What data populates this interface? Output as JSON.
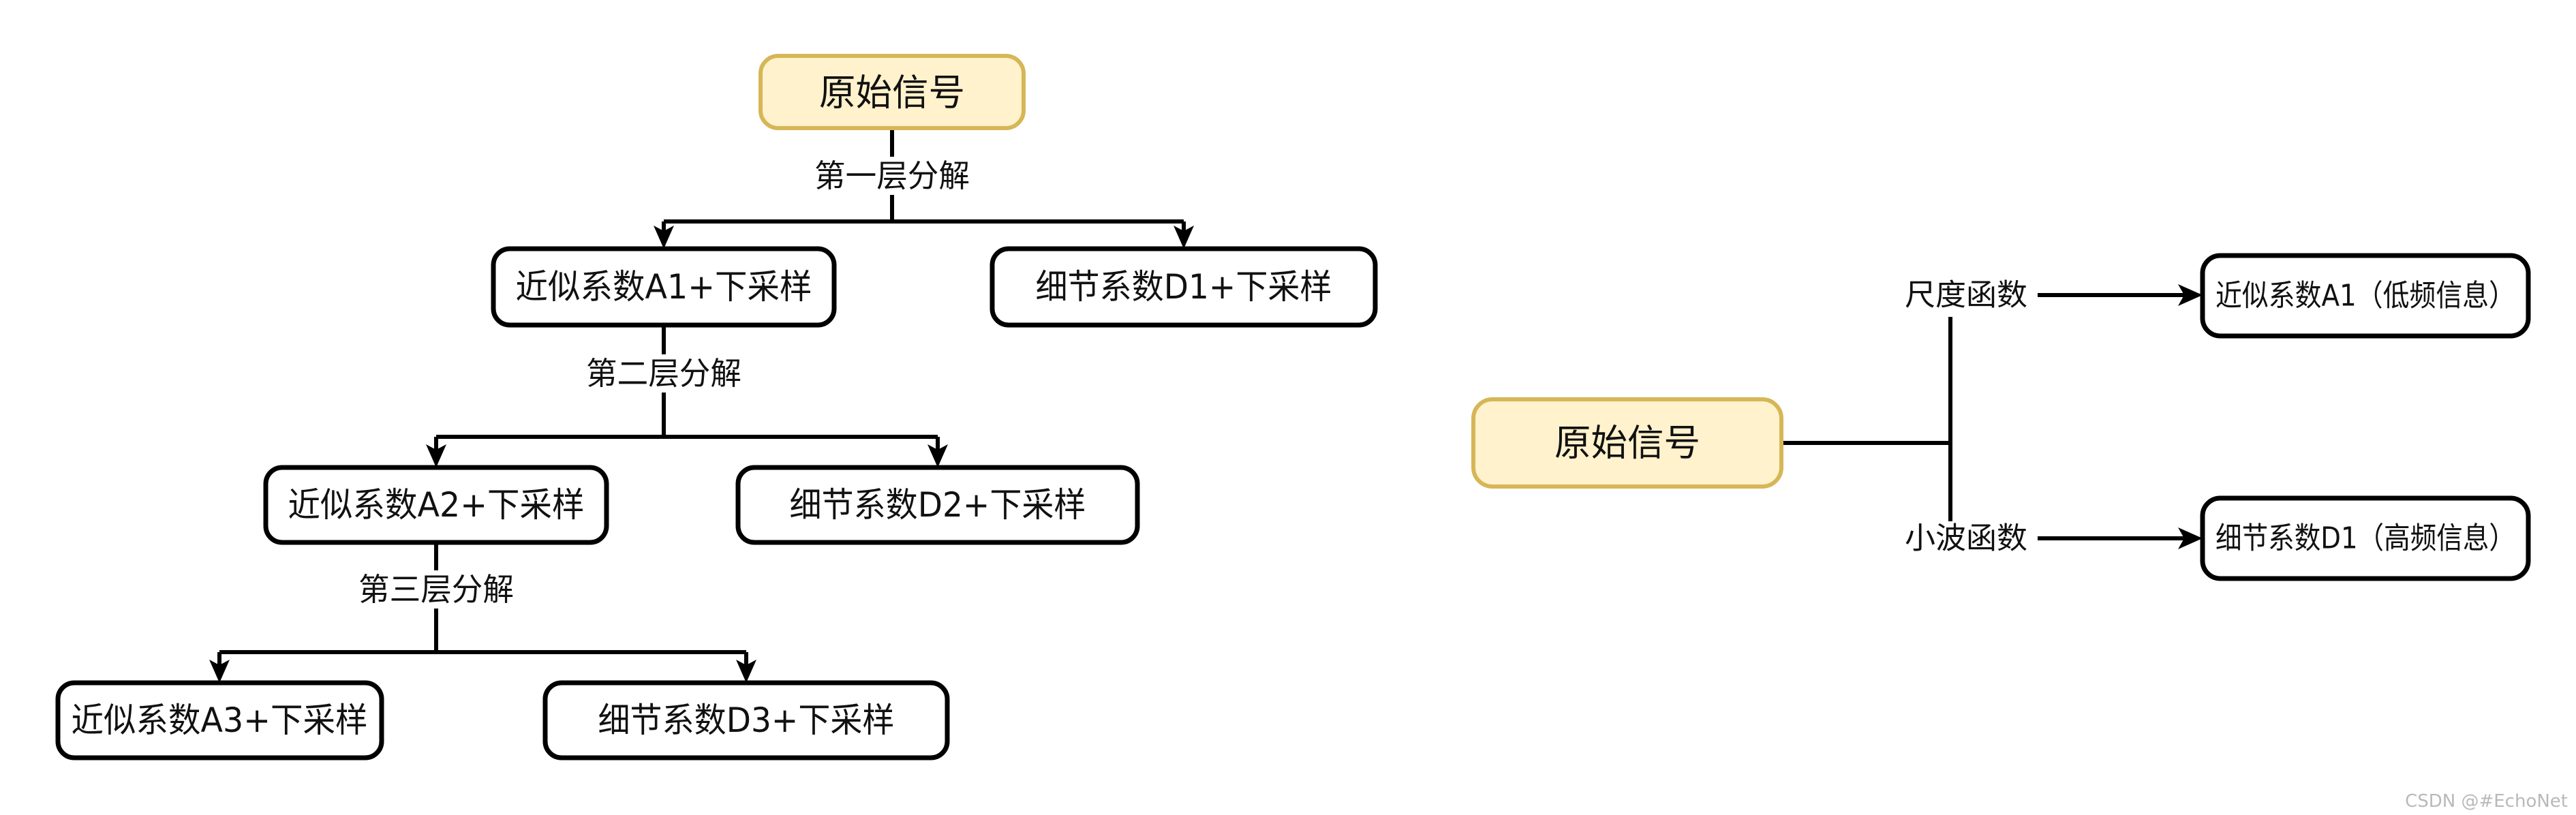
{
  "colors": {
    "root_fill": "#FFF2CC",
    "root_stroke": "#D6B656",
    "node_fill": "#FFFFFF",
    "node_stroke": "#000000",
    "line": "#000000",
    "watermark": "#B9B9BD"
  },
  "left_tree": {
    "root_label": "原始信号",
    "level_labels": [
      "第一层分解",
      "第二层分解",
      "第三层分解"
    ],
    "nodes": {
      "a1": "近似系数A1+下采样",
      "d1": "细节系数D1+下采样",
      "a2": "近似系数A2+下采样",
      "d2": "细节系数D2+下采样",
      "a3": "近似系数A3+下采样",
      "d3": "细节系数D3+下采样"
    }
  },
  "right_diagram": {
    "root_label": "原始信号",
    "top_branch_label": "尺度函数",
    "bottom_branch_label": "小波函数",
    "top_node": "近似系数A1（低频信息）",
    "bottom_node": "细节系数D1（高频信息）"
  },
  "watermark": "CSDN @#EchoNet"
}
